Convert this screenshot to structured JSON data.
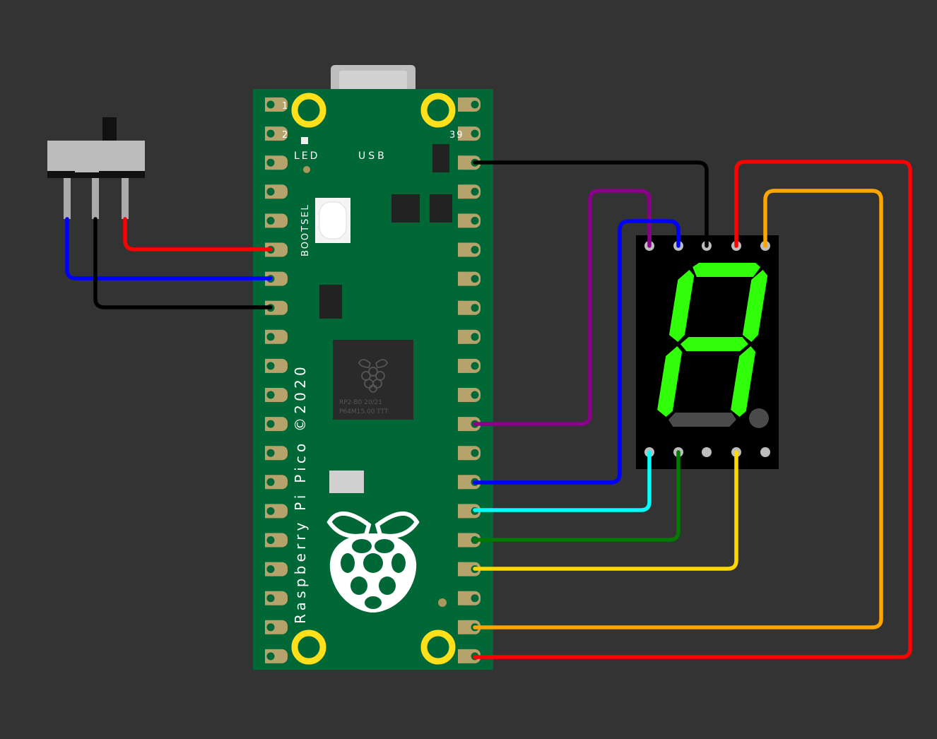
{
  "canvas": {
    "background": "#333333"
  },
  "pico": {
    "pin_1": "1",
    "pin_2": "2",
    "pin_39": "39",
    "led_label": "LED",
    "usb_label": "USB",
    "bootsel_label": "BOOTSEL",
    "brand_text": "Raspberry Pi Pico ©2020",
    "chip_line_1": "RP2-B0   20/21",
    "chip_line_2": "P64M15.00 TTT",
    "board_color": "#006736",
    "pad_color": "#b5a36b",
    "mount_hole_color": "#ffe01b"
  },
  "seven_segment": {
    "lit_color": "#31ff0a",
    "unlit_color": "#4a4a4a",
    "displayed_character": "A"
  },
  "wire_colors": {
    "red": "#ff0000",
    "blue": "#0000ff",
    "black": "#000000",
    "purple": "#8b008b",
    "cyan": "#00ffff",
    "green": "#007a00",
    "gold": "#ffd700",
    "orange": "#ffa500"
  },
  "slide_switch": {
    "body_color": "#bcbcbc"
  }
}
